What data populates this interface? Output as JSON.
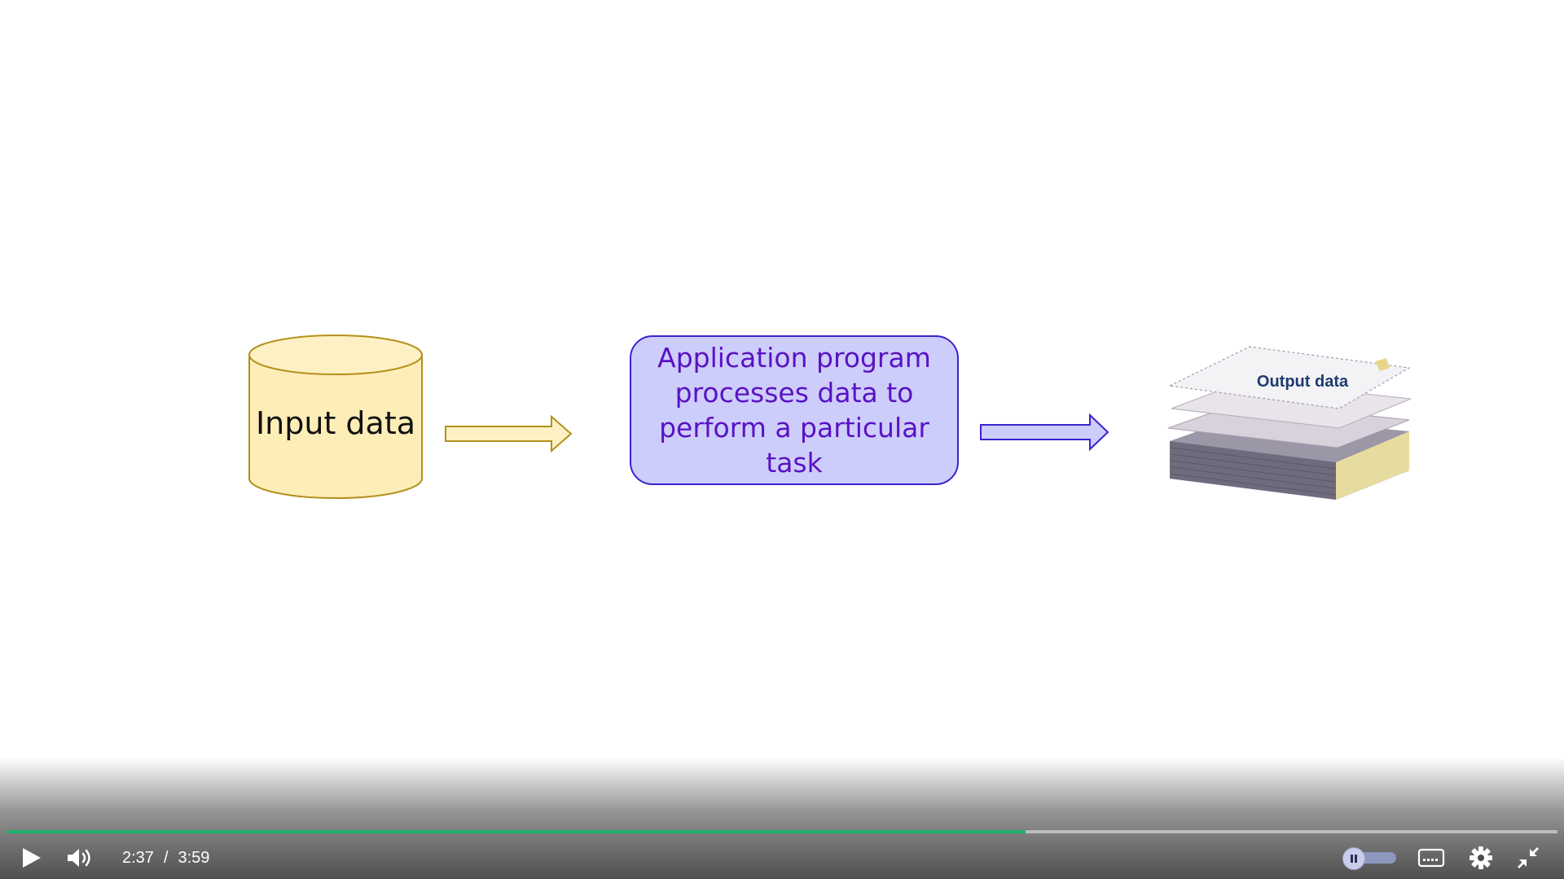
{
  "diagram": {
    "input_label": "Input data",
    "process_label": "Application program processes data to perform a particular task",
    "output_label": "Output data"
  },
  "player": {
    "current_time": "2:37",
    "separator": "/",
    "duration": "3:59",
    "progress_fraction": 0.657,
    "accent_color": "#1fb26b",
    "icons": [
      "play-icon",
      "volume-icon",
      "pause-icon",
      "captions-icon",
      "settings-icon",
      "exit-fullscreen-icon"
    ]
  }
}
